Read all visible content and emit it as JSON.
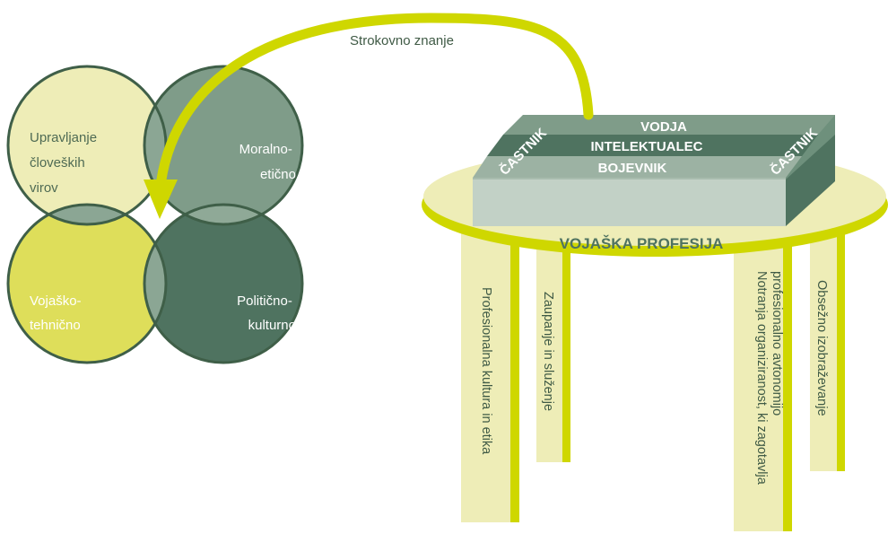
{
  "venn": {
    "top_left": [
      "Upravljanje",
      "človeških",
      "virov"
    ],
    "top_right": [
      "Moralno-",
      "etično"
    ],
    "bottom_left": [
      "Vojaško-",
      "tehnično"
    ],
    "bottom_right": [
      "Politično-",
      "kulturno"
    ]
  },
  "arrow_label": "Strokovno znanje",
  "table": {
    "title": "VOJAŠKA PROFESIJA",
    "layers": [
      "VODJA",
      "INTELEKTUALEC",
      "BOJEVNIK"
    ],
    "side_labels": [
      "ČASTNIK",
      "ČASTNIK"
    ]
  },
  "legs": [
    "Profesionalna kultura in etika",
    "Zaupanje in služenje",
    [
      "Notranja organiziranost, ki zagotavlja",
      "profesionalno avtonomijo"
    ],
    "Obsežno izobraževanje"
  ],
  "colors": {
    "dark_green": "#4f7360",
    "mid_green": "#6e907c",
    "light_green": "#9cb2a3",
    "pale_yellow": "#eeedb7",
    "yellow": "#dede5a",
    "bright_yellow": "#cfd100",
    "arrow": "#cfd700"
  }
}
